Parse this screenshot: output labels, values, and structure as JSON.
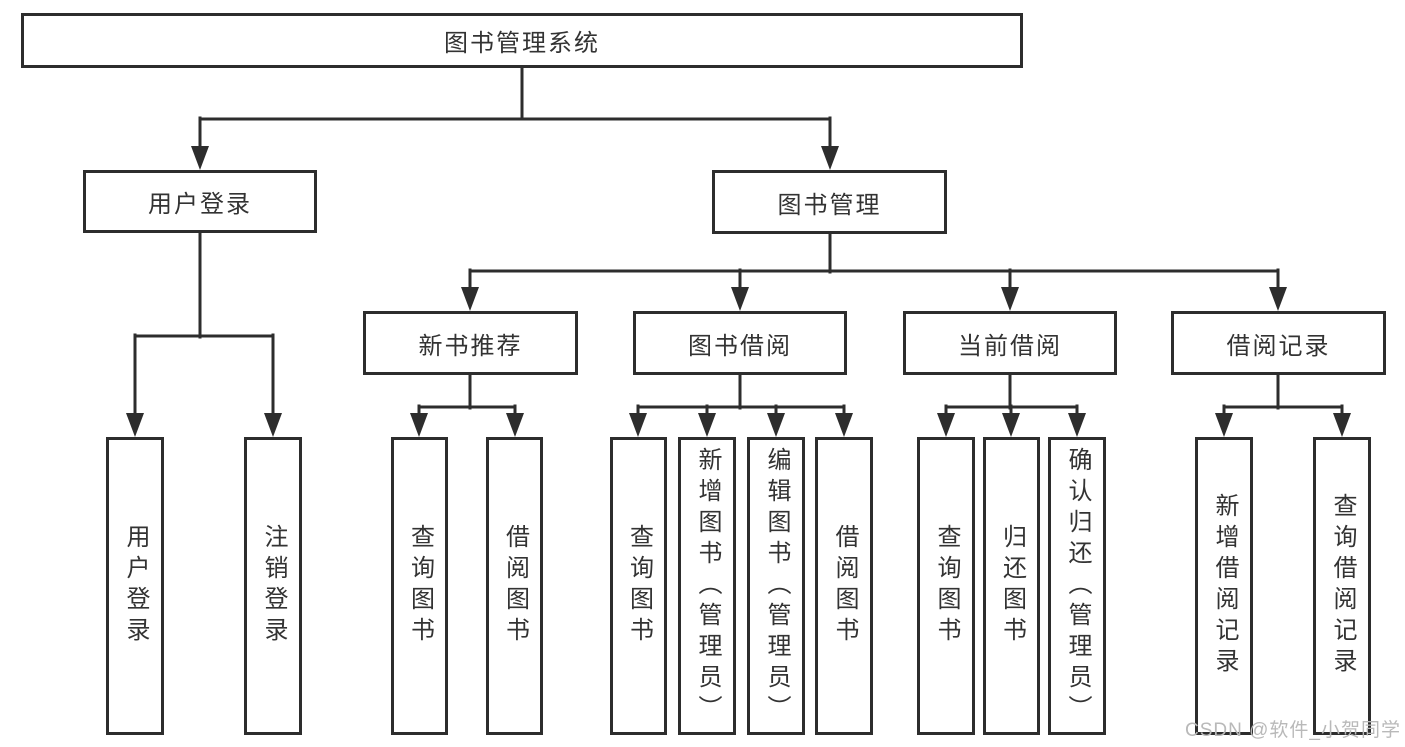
{
  "diagram": {
    "root": {
      "label": "图书管理系统"
    },
    "login": {
      "label": "用户登录",
      "children": [
        {
          "label": "用户登录"
        },
        {
          "label": "注销登录"
        }
      ]
    },
    "management": {
      "label": "图书管理",
      "sections": [
        {
          "label": "新书推荐",
          "children": [
            {
              "label": "查询图书"
            },
            {
              "label": "借阅图书"
            }
          ]
        },
        {
          "label": "图书借阅",
          "children": [
            {
              "label": "查询图书"
            },
            {
              "label": "新增图书（管理员）"
            },
            {
              "label": "编辑图书（管理员）"
            },
            {
              "label": "借阅图书"
            }
          ]
        },
        {
          "label": "当前借阅",
          "children": [
            {
              "label": "查询图书"
            },
            {
              "label": "归还图书"
            },
            {
              "label": "确认归还（管理员）"
            }
          ]
        },
        {
          "label": "借阅记录",
          "children": [
            {
              "label": "新增借阅记录"
            },
            {
              "label": "查询借阅记录"
            }
          ]
        }
      ]
    },
    "watermark": "CSDN @软件_小贺同学",
    "colors": {
      "line": "#2d2d2d",
      "text": "#333333",
      "background": "#ffffff",
      "watermark": "#b9b9b9"
    }
  }
}
